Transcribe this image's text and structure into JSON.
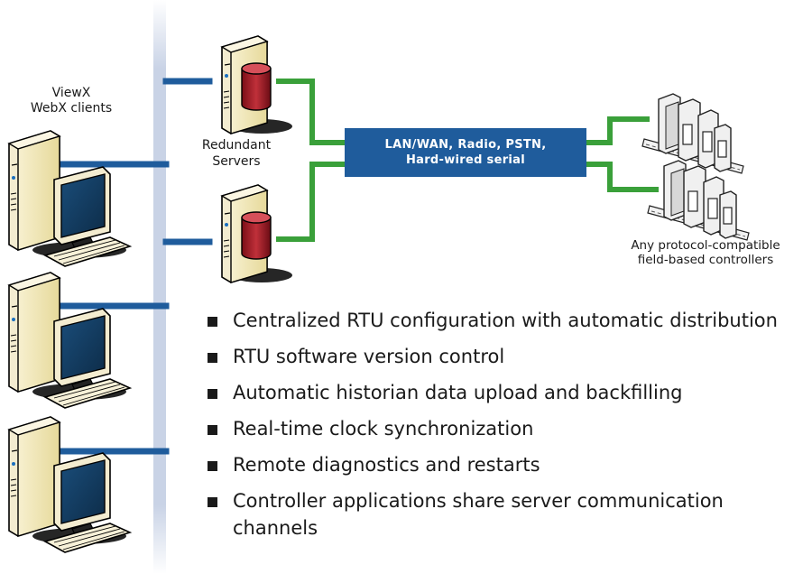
{
  "labels": {
    "clients_line1": "ViewX",
    "clients_line2": "WebX clients",
    "servers_line1": "Redundant",
    "servers_line2": "Servers",
    "network_line1": "LAN/WAN, Radio, PSTN,",
    "network_line2": "Hard-wired serial",
    "controllers_line1": "Any protocol-compatible",
    "controllers_line2": "field-based controllers"
  },
  "features": [
    "Centralized RTU configuration with automatic distribution",
    "RTU software version control",
    "Automatic historian data upload and backfilling",
    "Real-time clock synchronization",
    "Remote diagnostics and restarts",
    "Controller applications share server communication channels"
  ],
  "colors": {
    "backbone": "#1f5c9c",
    "link": "#3aa03a",
    "network_box": "#1f5c9c",
    "server_red": "#b0202a"
  },
  "icons": [
    "client-workstation-icon",
    "server-icon",
    "field-controller-icon"
  ]
}
